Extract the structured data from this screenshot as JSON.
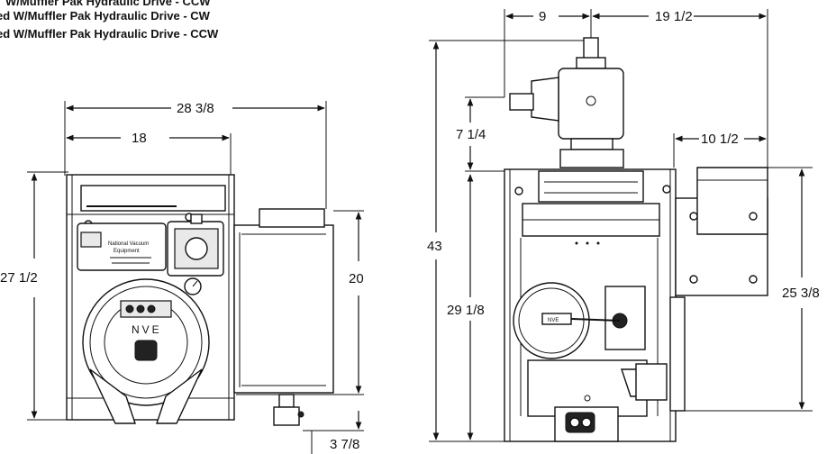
{
  "titles": [
    "W/Muffler Pak Hydraulic Drive - CCW",
    "ed W/Muffler Pak Hydraulic Drive - CW",
    "ed W/Muffler Pak Hydraulic Drive - CCW"
  ],
  "left_view": {
    "overall_width": "28 3/8",
    "base_width": "18",
    "height": "27 1/2",
    "muffler_height": "20",
    "bottom_offset": "3 7/8",
    "pump_label": "NVE",
    "nameplate": [
      "National Vacuum",
      "Equipment"
    ]
  },
  "right_view": {
    "top_offset": "9",
    "top_width": "19 1/2",
    "motor_offset": "7 1/4",
    "overall_height": "43",
    "blower_width": "10 1/2",
    "frame_height": "29 1/8",
    "blower_height": "25 3/8",
    "plate_label": "NVE"
  }
}
